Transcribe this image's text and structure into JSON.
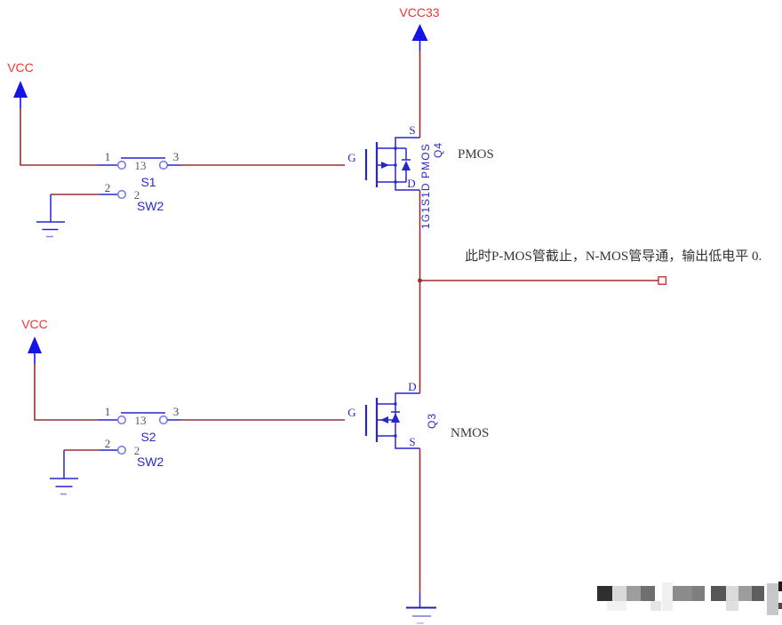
{
  "colors": {
    "wire": "#963030",
    "component_blue": "#2626cc",
    "power_arrow_blue": "#1414e6",
    "power_label_red": "#f03434",
    "annotation_gray": "#333333",
    "pin_number_gray": "#4a4a4a"
  },
  "power_ports": {
    "vcc33": "VCC33",
    "vcc_upper": "VCC",
    "vcc_lower": "VCC"
  },
  "annotation": "此时P-MOS管截止，N-MOS管导通，输出低电平 0.",
  "transistor_q4": {
    "ref": "Q4",
    "part": "1G1S1D PMOS",
    "type_label": "PMOS",
    "pin_g": "G",
    "pin_s": "S",
    "pin_d": "D"
  },
  "transistor_q3": {
    "ref": "Q3",
    "type_label": "NMOS",
    "pin_g": "G",
    "pin_s": "S",
    "pin_d": "D"
  },
  "switch_s1": {
    "ref": "S1",
    "part": "SW2",
    "pin1": "1",
    "pin2": "2",
    "pin3": "3",
    "bridge": "13",
    "pin2_inner": "2"
  },
  "switch_s2": {
    "ref": "S2",
    "part": "SW2",
    "pin1": "1",
    "pin2": "2",
    "pin3": "3",
    "bridge": "13",
    "pin2_inner": "2"
  }
}
